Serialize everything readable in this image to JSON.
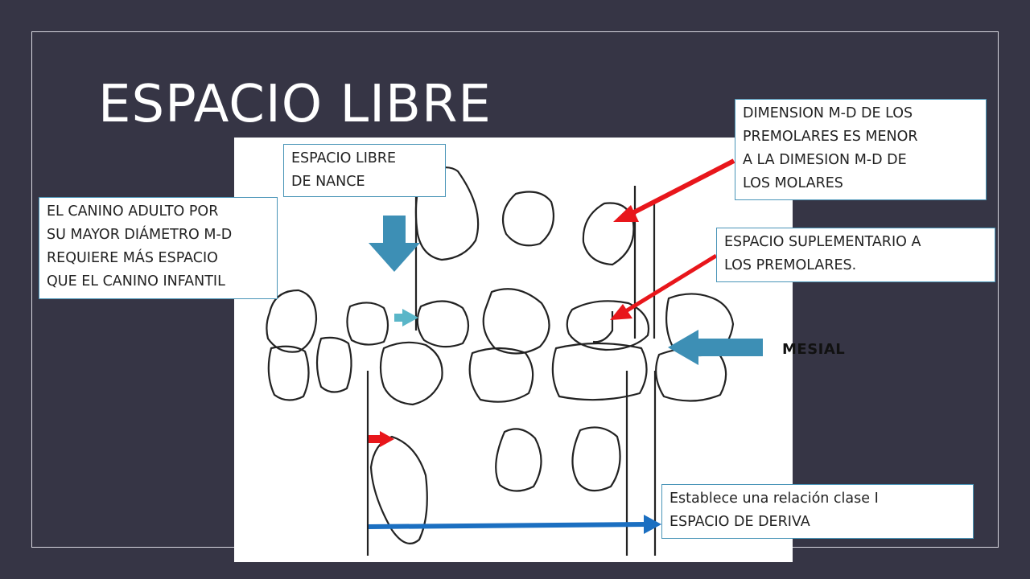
{
  "slide": {
    "title": "ESPACIO LIBRE"
  },
  "callouts": {
    "nance": "ESPACIO LIBRE\nDE NANCE",
    "canine": "EL CANINO ADULTO POR\nSU MAYOR DIÁMETRO M-D\nREQUIERE MÁS ESPACIO\nQUE EL CANINO INFANTIL",
    "md_dimension": "DIMENSION M-D DE LOS\nPREMOLARES ES MENOR\nA LA DIMESION M-D DE\nLOS MOLARES",
    "supplementary": "ESPACIO SUPLEMENTARIO A\nLOS PREMOLARES.",
    "class_relation": "Establece una relación clase I\nESPACIO DE DERIVA"
  },
  "labels": {
    "mesial": "MESIAL"
  },
  "colors": {
    "background": "#363545",
    "red_arrow": "#e8161b",
    "blue_arrow": "#3d8fb5",
    "light_blue_arrow": "#5ab6c8",
    "deriva_arrow": "#1b6fc1"
  }
}
